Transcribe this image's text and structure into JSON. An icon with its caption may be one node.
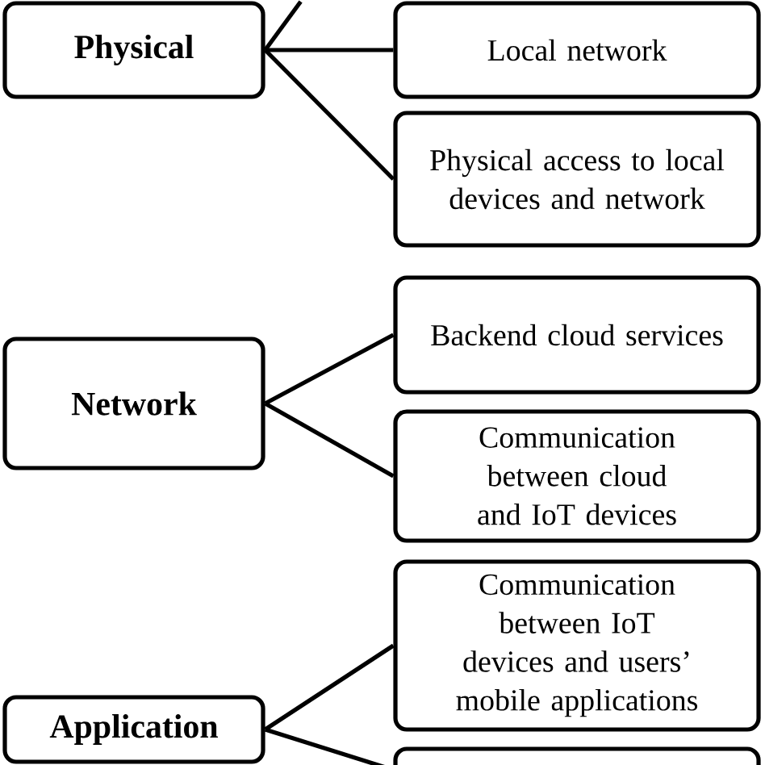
{
  "diagram": {
    "nodes": [
      {
        "text": [
          "Physical"
        ]
      },
      {
        "text": [
          "Local network"
        ]
      },
      {
        "text": [
          "Physical access to local devices and network"
        ]
      },
      {
        "text": [
          "Backend cloud services"
        ]
      },
      {
        "text": [
          "Network"
        ]
      },
      {
        "text": [
          "Communication between cloud and IoT devices"
        ]
      },
      {
        "text": [
          "Communication between IoT devices and users’ mobile applications"
        ]
      },
      {
        "text": [
          "Application"
        ]
      },
      {
        "text": [],
        "shape": "box"
      }
    ],
    "edges": [
      {
        "from": 0,
        "to": null,
        "arrow": "none"
      },
      {
        "from": 0,
        "to": 1,
        "arrow": "none"
      },
      {
        "from": 0,
        "to": 2,
        "arrow": "none"
      },
      {
        "from": 4,
        "to": 3,
        "arrow": "none"
      },
      {
        "from": 4,
        "to": 5,
        "arrow": "none"
      },
      {
        "from": 7,
        "to": 6,
        "arrow": "none"
      },
      {
        "from": 7,
        "to": 8,
        "arrow": "none"
      }
    ]
  }
}
